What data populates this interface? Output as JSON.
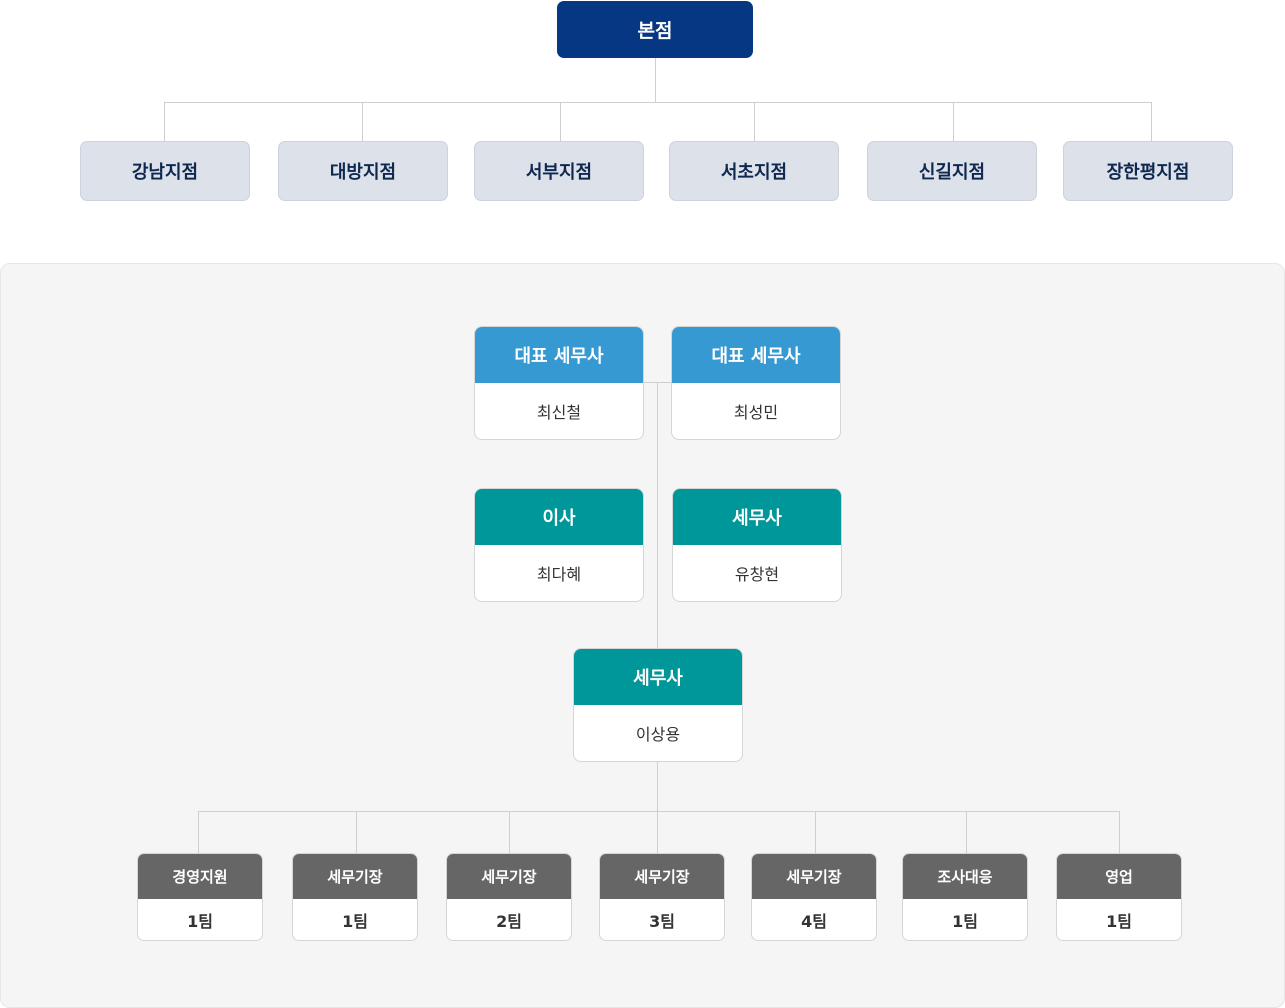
{
  "headquarters": {
    "label": "본점"
  },
  "branches": [
    {
      "label": "강남지점"
    },
    {
      "label": "대방지점"
    },
    {
      "label": "서부지점"
    },
    {
      "label": "서초지점"
    },
    {
      "label": "신길지점"
    },
    {
      "label": "장한평지점"
    }
  ],
  "people": [
    {
      "title": "대표 세무사",
      "name": "최신철"
    },
    {
      "title": "대표 세무사",
      "name": "최성민"
    },
    {
      "title": "이사",
      "name": "최다혜"
    },
    {
      "title": "세무사",
      "name": "유창현"
    },
    {
      "title": "세무사",
      "name": "이상용"
    }
  ],
  "teams": [
    {
      "title": "경영지원",
      "name": "1팀"
    },
    {
      "title": "세무기장",
      "name": "1팀"
    },
    {
      "title": "세무기장",
      "name": "2팀"
    },
    {
      "title": "세무기장",
      "name": "3팀"
    },
    {
      "title": "세무기장",
      "name": "4팀"
    },
    {
      "title": "조사대응",
      "name": "1팀"
    },
    {
      "title": "영업",
      "name": "1팀"
    }
  ],
  "colors": {
    "headquarters": "#063783",
    "branch_fill": "#dde1ea",
    "representative": "#3699d2",
    "staff": "#00979a",
    "team": "#666666"
  }
}
